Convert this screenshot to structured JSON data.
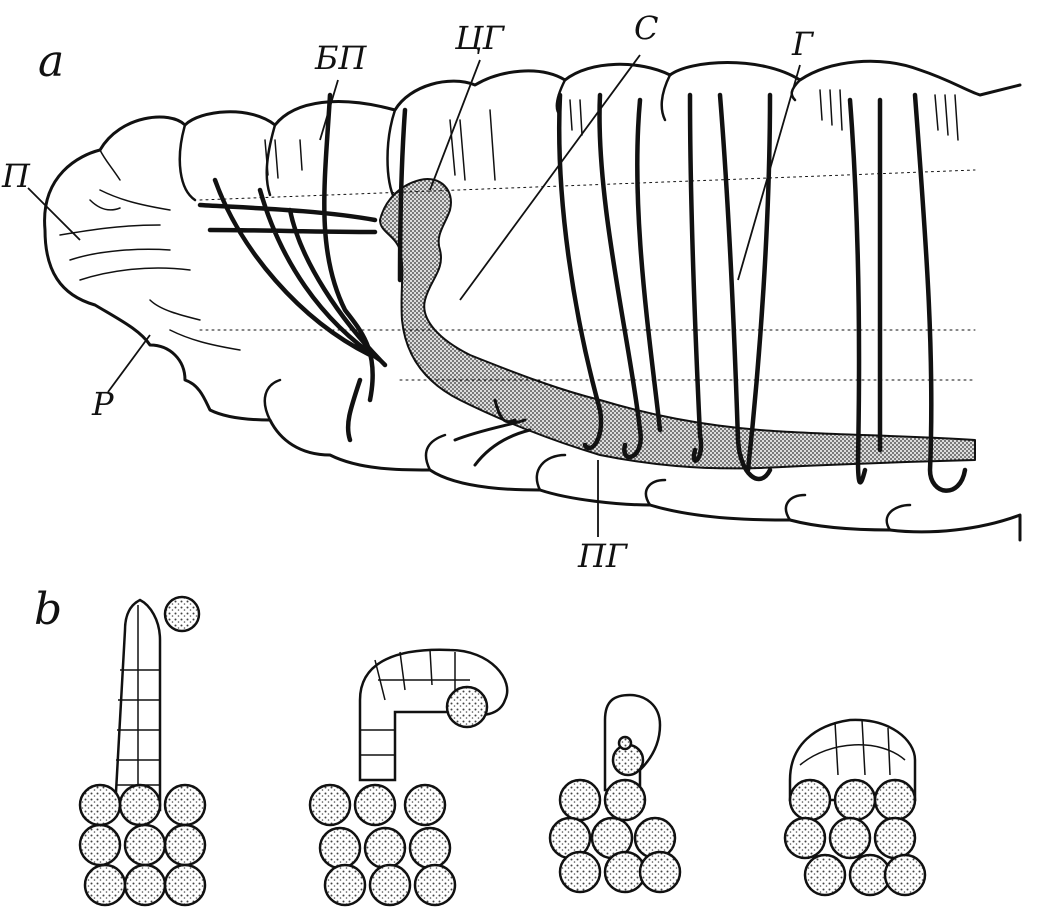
{
  "figure": {
    "panel_a": {
      "label": "a",
      "callouts": {
        "p": "П",
        "bp": "БП",
        "cg": "ЦГ",
        "s": "С",
        "g": "Г",
        "r": "Р",
        "pg": "ПГ"
      }
    },
    "panel_b": {
      "label": "b",
      "stage_count": 4
    },
    "colors": {
      "ink": "#111111",
      "stipple": "#444444",
      "paper": "#ffffff"
    }
  }
}
